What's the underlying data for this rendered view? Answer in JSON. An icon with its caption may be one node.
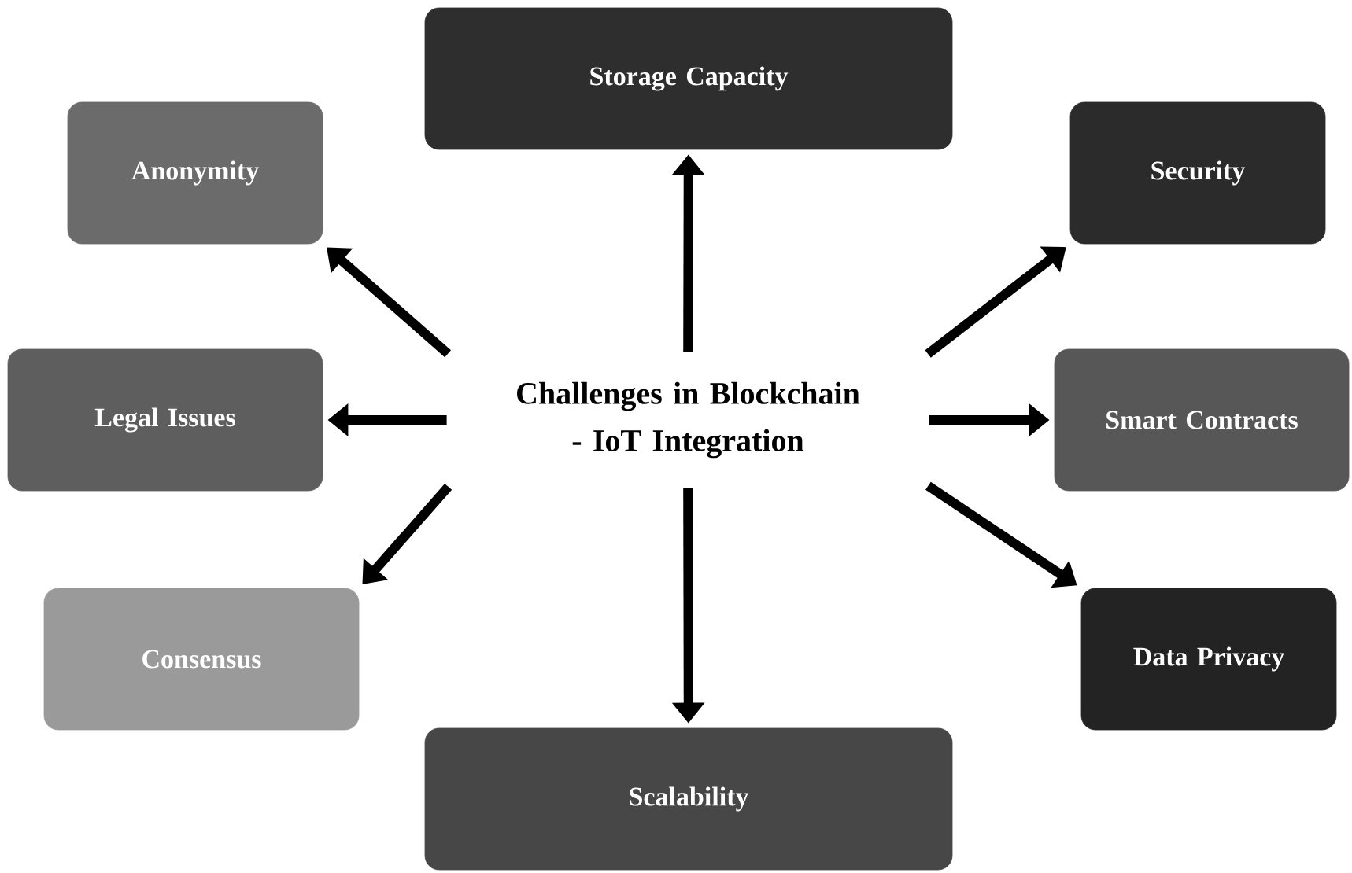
{
  "diagram": {
    "nodes": [
      {
        "text": [
          "Challenges in Blockchain - IoT Integration"
        ]
      },
      {
        "text": [
          "Storage Capacity"
        ]
      },
      {
        "text": [
          "Anonymity"
        ]
      },
      {
        "text": [
          "Security"
        ]
      },
      {
        "text": [
          "Legal Issues"
        ]
      },
      {
        "text": [
          "Smart Contracts"
        ]
      },
      {
        "text": [
          "Consensus"
        ]
      },
      {
        "text": [
          "Data Privacy"
        ]
      },
      {
        "text": [
          "Scalability"
        ]
      }
    ],
    "edges": [
      {
        "from": 0,
        "to": 1,
        "arrow": "to"
      },
      {
        "from": 0,
        "to": 2,
        "arrow": "to"
      },
      {
        "from": 0,
        "to": 3,
        "arrow": "to"
      },
      {
        "from": 0,
        "to": 4,
        "arrow": "to"
      },
      {
        "from": 0,
        "to": 5,
        "arrow": "to"
      },
      {
        "from": 0,
        "to": 6,
        "arrow": "to"
      },
      {
        "from": 0,
        "to": 7,
        "arrow": "to"
      },
      {
        "from": 0,
        "to": 8,
        "arrow": "to"
      }
    ]
  }
}
